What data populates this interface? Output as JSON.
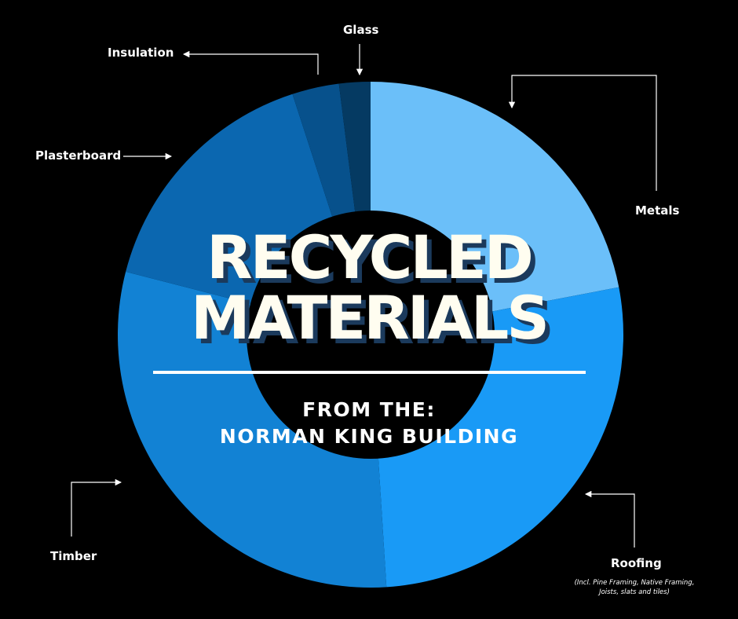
{
  "title": {
    "line1": "RECYCLED",
    "line2": "MATERIALS"
  },
  "subtitle": {
    "line1": "FROM THE:",
    "line2": "NORMAN KING BUILDING"
  },
  "chart_data": {
    "type": "pie",
    "style": "donut",
    "title": "RECYCLED MATERIALS",
    "subtitle": "FROM THE: NORMAN KING BUILDING",
    "legend": "none",
    "grid": false,
    "slices": [
      {
        "label": "Metals",
        "value": 22,
        "color": "#6bbff9"
      },
      {
        "label": "Roofing",
        "value": 27,
        "color": "#199af6",
        "note": "(Incl. Pine Framing, Native Framing, Joists, slats and tiles)"
      },
      {
        "label": "Timber",
        "value": 30,
        "color": "#1282d4"
      },
      {
        "label": "Plasterboard",
        "value": 16,
        "color": "#0b67b0"
      },
      {
        "label": "Insulation",
        "value": 3,
        "color": "#07518c"
      },
      {
        "label": "Glass",
        "value": 2,
        "color": "#053a62"
      }
    ]
  }
}
